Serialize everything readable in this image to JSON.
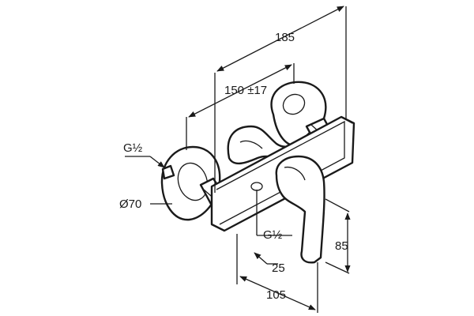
{
  "colors": {
    "ink": "#1a1a1a",
    "paper": "#ffffff"
  },
  "dimensions": {
    "overall_width": "185",
    "spacing": "150 ±17",
    "inlet_thread": "G½",
    "rosette_diameter": "Ø70",
    "outlet_thread": "G½",
    "outlet_offset": "25",
    "projection": "105",
    "height": "85"
  }
}
